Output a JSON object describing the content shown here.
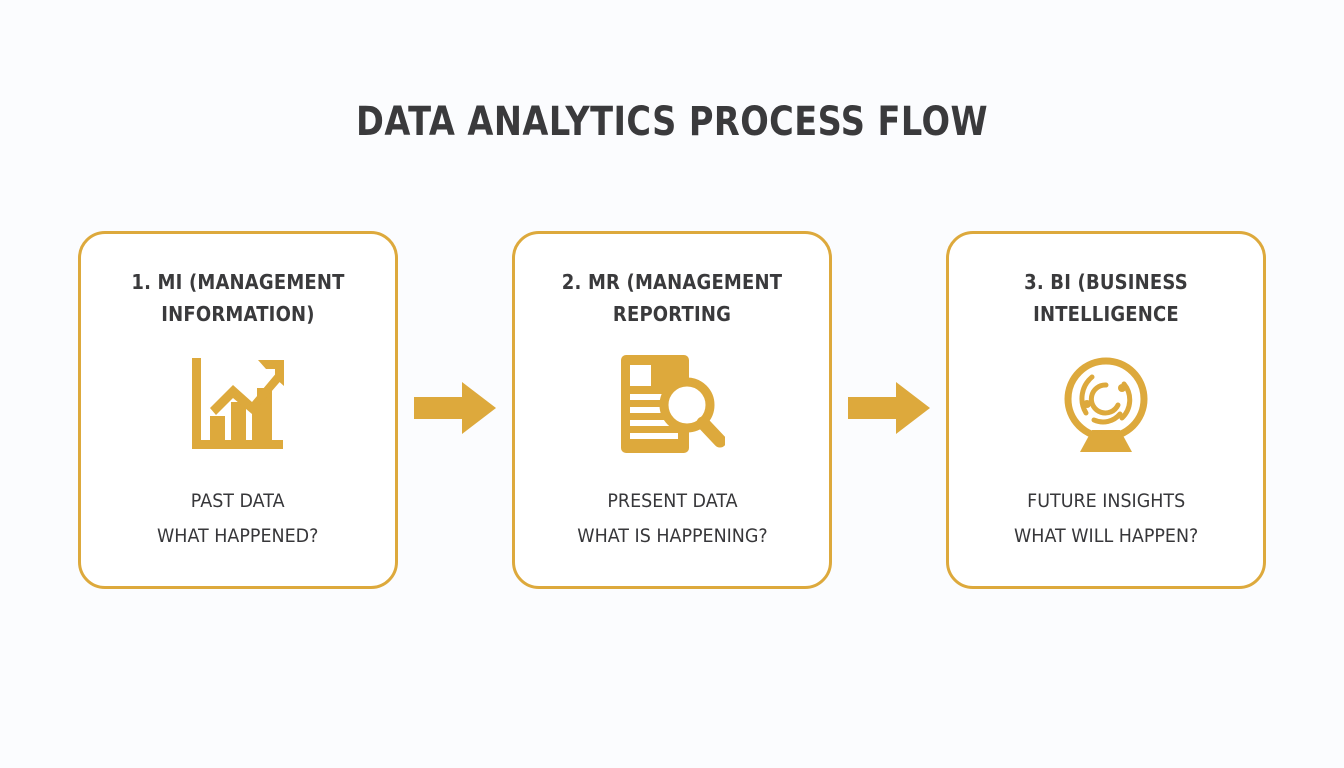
{
  "slide": {
    "title": "DATA ANALYTICS PROCESS FLOW",
    "background_color": "#fbfcfe",
    "accent_color": "#dda93c",
    "text_color": "#3a3a3c"
  },
  "steps": [
    {
      "heading": "1. MI (MANAGEMENT INFORMATION)",
      "icon": "bar-chart-growth-icon",
      "timeframe": "PAST DATA",
      "question": "WHAT HAPPENED?"
    },
    {
      "heading": "2. MR (MANAGEMENT REPORTING",
      "icon": "document-magnifier-icon",
      "timeframe": "PRESENT DATA",
      "question": "WHAT IS HAPPENING?"
    },
    {
      "heading": "3. BI (BUSINESS INTELLIGENCE",
      "icon": "crystal-ball-icon",
      "timeframe": "FUTURE INSIGHTS",
      "question": "WHAT WILL HAPPEN?"
    }
  ],
  "connectors": [
    {
      "name": "arrow-step1-to-step2",
      "glyph": "right-arrow-icon"
    },
    {
      "name": "arrow-step2-to-step3",
      "glyph": "right-arrow-icon"
    }
  ]
}
